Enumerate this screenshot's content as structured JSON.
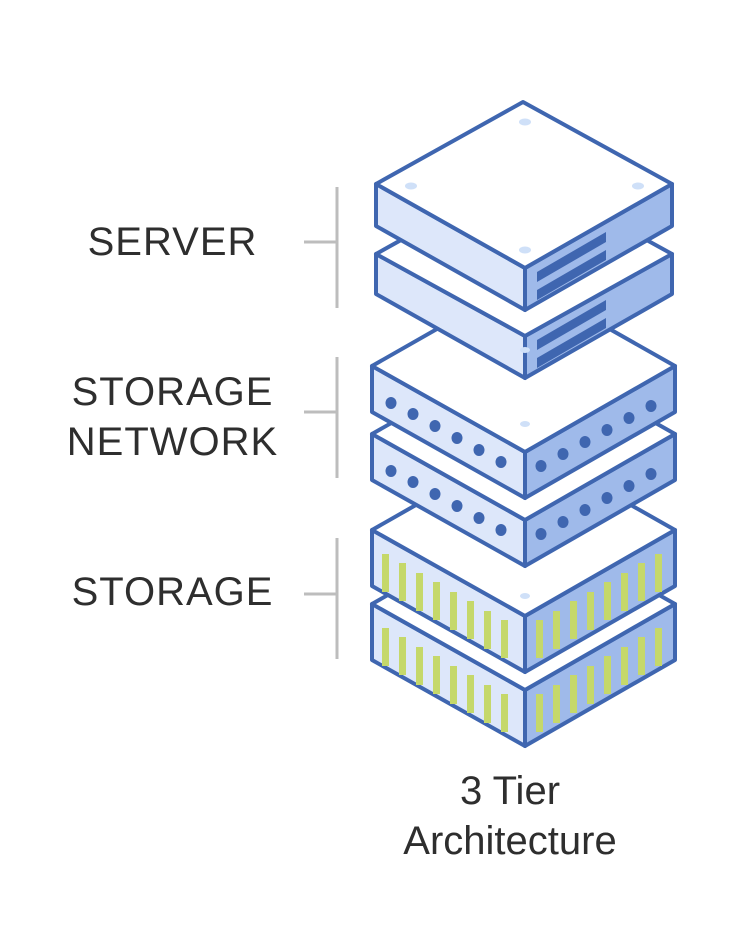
{
  "diagram": {
    "tiers": [
      {
        "id": "server",
        "label_lines": [
          "SERVER"
        ]
      },
      {
        "id": "storage-network",
        "label_lines": [
          "STORAGE",
          "NETWORK"
        ]
      },
      {
        "id": "storage",
        "label_lines": [
          "STORAGE"
        ]
      }
    ],
    "caption_lines": [
      "3 Tier",
      "Architecture"
    ],
    "colors": {
      "outline": "#3f66b0",
      "top_face": "#ffffff",
      "left_face": "#dde7fa",
      "right_face": "#9fbaea",
      "accent_dark": "#3f66b0",
      "accent_green": "#c5d86a",
      "divider": "#bdbdbd",
      "text": "#2e2e2e"
    }
  }
}
